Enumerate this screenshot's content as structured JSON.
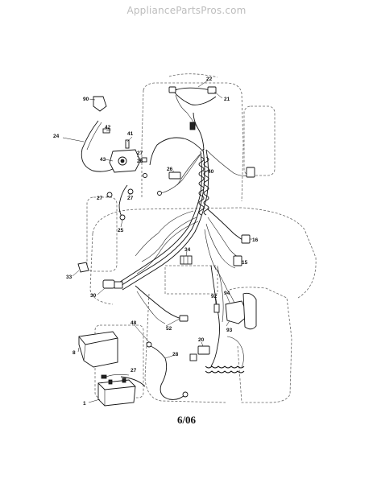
{
  "watermark": "AppliancePartsPros.com",
  "date_code": "6/06",
  "part_labels": [
    "22",
    "21",
    "90",
    "42",
    "41",
    "24",
    "43",
    "27",
    "28",
    "26",
    "40",
    "27",
    "27",
    "25",
    "16",
    "34",
    "15",
    "33",
    "30",
    "92",
    "94",
    "93",
    "48",
    "52",
    "20",
    "8",
    "27",
    "28",
    "1"
  ]
}
